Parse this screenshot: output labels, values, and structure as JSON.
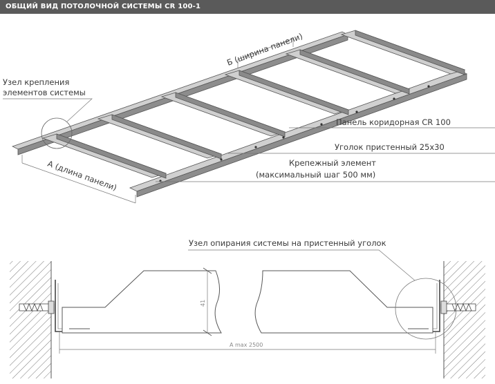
{
  "header": {
    "title": "ОБЩИЙ ВИД ПОТОЛОЧНОЙ СИСТЕМЫ CR 100-1"
  },
  "top_view": {
    "labels": {
      "node_line1": "Узел крепления",
      "node_line2": "элементов системы",
      "panel_width": "Б (ширина панели)",
      "panel_length": "А (длина панели)",
      "corridor_panel": "Панель коридорная CR 100",
      "wall_angle": "Уголок пристенный 25x30",
      "fastener_line1": "Крепежный элемент",
      "fastener_line2": "(максимальный шаг 500 мм)"
    }
  },
  "section_view": {
    "labels": {
      "support_node": "Узел опирания системы на пристенный уголок",
      "dim_height": "41",
      "dim_length": "A max 2500"
    }
  },
  "colors": {
    "header_bg": "#5a5a5a",
    "metal_light": "#cfcfcf",
    "metal_dark": "#8a8a8a",
    "line": "#555555"
  }
}
